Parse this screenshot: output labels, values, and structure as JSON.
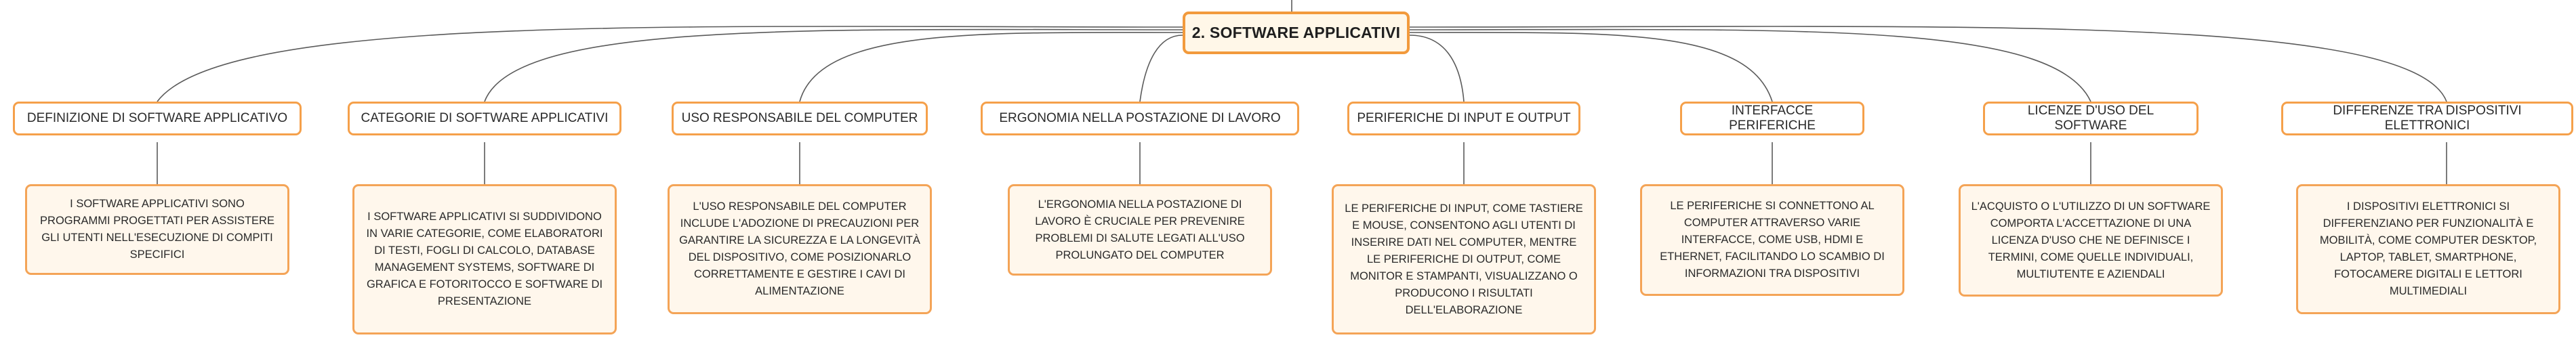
{
  "root": {
    "title": "2. SOFTWARE APPLICATIVI"
  },
  "branches": [
    {
      "title": "DEFINIZIONE DI SOFTWARE APPLICATIVO",
      "description": "I SOFTWARE APPLICATIVI SONO PROGRAMMI PROGETTATI PER ASSISTERE GLI UTENTI NELL'ESECUZIONE DI COMPITI SPECIFICI"
    },
    {
      "title": "CATEGORIE DI SOFTWARE APPLICATIVI",
      "description": "I SOFTWARE APPLICATIVI SI SUDDIVIDONO IN VARIE CATEGORIE, COME ELABORATORI DI TESTI, FOGLI DI CALCOLO, DATABASE MANAGEMENT SYSTEMS, SOFTWARE DI GRAFICA E FOTORITOCCO E SOFTWARE DI PRESENTAZIONE"
    },
    {
      "title": "USO RESPONSABILE DEL COMPUTER",
      "description": "L'USO RESPONSABILE DEL COMPUTER INCLUDE L'ADOZIONE DI PRECAUZIONI PER GARANTIRE LA SICUREZZA E LA LONGEVITÀ DEL DISPOSITIVO, COME POSIZIONARLO CORRETTAMENTE E GESTIRE I CAVI DI ALIMENTAZIONE"
    },
    {
      "title": "ERGONOMIA NELLA POSTAZIONE DI LAVORO",
      "description": "L'ERGONOMIA NELLA POSTAZIONE DI LAVORO È CRUCIALE PER PREVENIRE PROBLEMI DI SALUTE LEGATI ALL'USO PROLUNGATO DEL COMPUTER"
    },
    {
      "title": "PERIFERICHE DI INPUT E OUTPUT",
      "description": "LE PERIFERICHE DI INPUT, COME TASTIERE E MOUSE, CONSENTONO AGLI UTENTI DI INSERIRE DATI NEL COMPUTER, MENTRE LE PERIFERICHE DI OUTPUT, COME MONITOR E STAMPANTI, VISUALIZZANO O PRODUCONO I RISULTATI DELL'ELABORAZIONE"
    },
    {
      "title": "INTERFACCE PERIFERICHE",
      "description": "LE PERIFERICHE SI CONNETTONO AL COMPUTER ATTRAVERSO VARIE INTERFACCE, COME USB, HDMI E ETHERNET, FACILITANDO LO SCAMBIO DI INFORMAZIONI TRA DISPOSITIVI"
    },
    {
      "title": "LICENZE D'USO DEL SOFTWARE",
      "description": "L'ACQUISTO O L'UTILIZZO DI UN SOFTWARE COMPORTA L'ACCETTAZIONE DI UNA LICENZA D'USO CHE NE DEFINISCE I TERMINI, COME QUELLE INDIVIDUALI, MULTIUTENTE E AZIENDALI"
    },
    {
      "title": "DIFFERENZE TRA DISPOSITIVI ELETTRONICI",
      "description": "I DISPOSITIVI ELETTRONICI SI DIFFERENZIANO PER FUNZIONALITÀ E MOBILITÀ, COME COMPUTER DESKTOP, LAPTOP, TABLET, SMARTPHONE, FOTOCAMERE DIGITALI E LETTORI MULTIMEDIALI"
    }
  ],
  "colors": {
    "border": "#f5a04a",
    "description_fill": "#fff7ec",
    "root_fill": "#fff7e8",
    "line": "#5a5a5a"
  }
}
